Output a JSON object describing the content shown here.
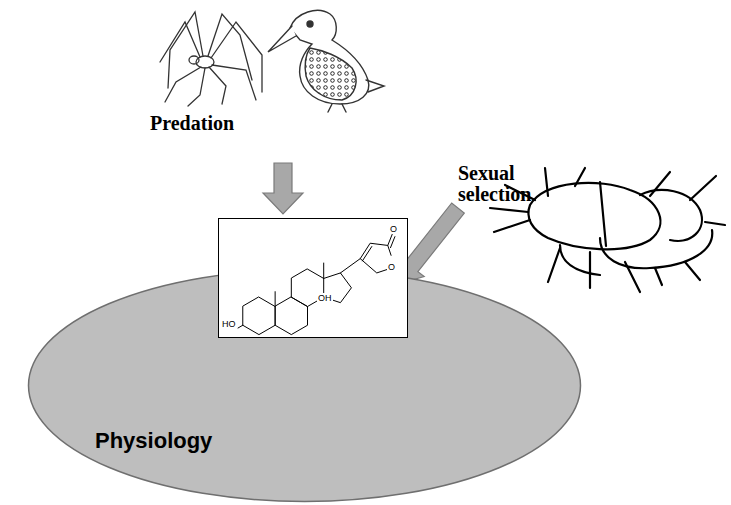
{
  "diagram": {
    "nodes": [
      {
        "text": [
          "Physiology"
        ]
      },
      {
        "text": [
          "HO",
          "OH",
          "O",
          "O"
        ],
        "in": 0
      }
    ],
    "labels": [
      "Predation",
      "Sexual selection"
    ]
  }
}
